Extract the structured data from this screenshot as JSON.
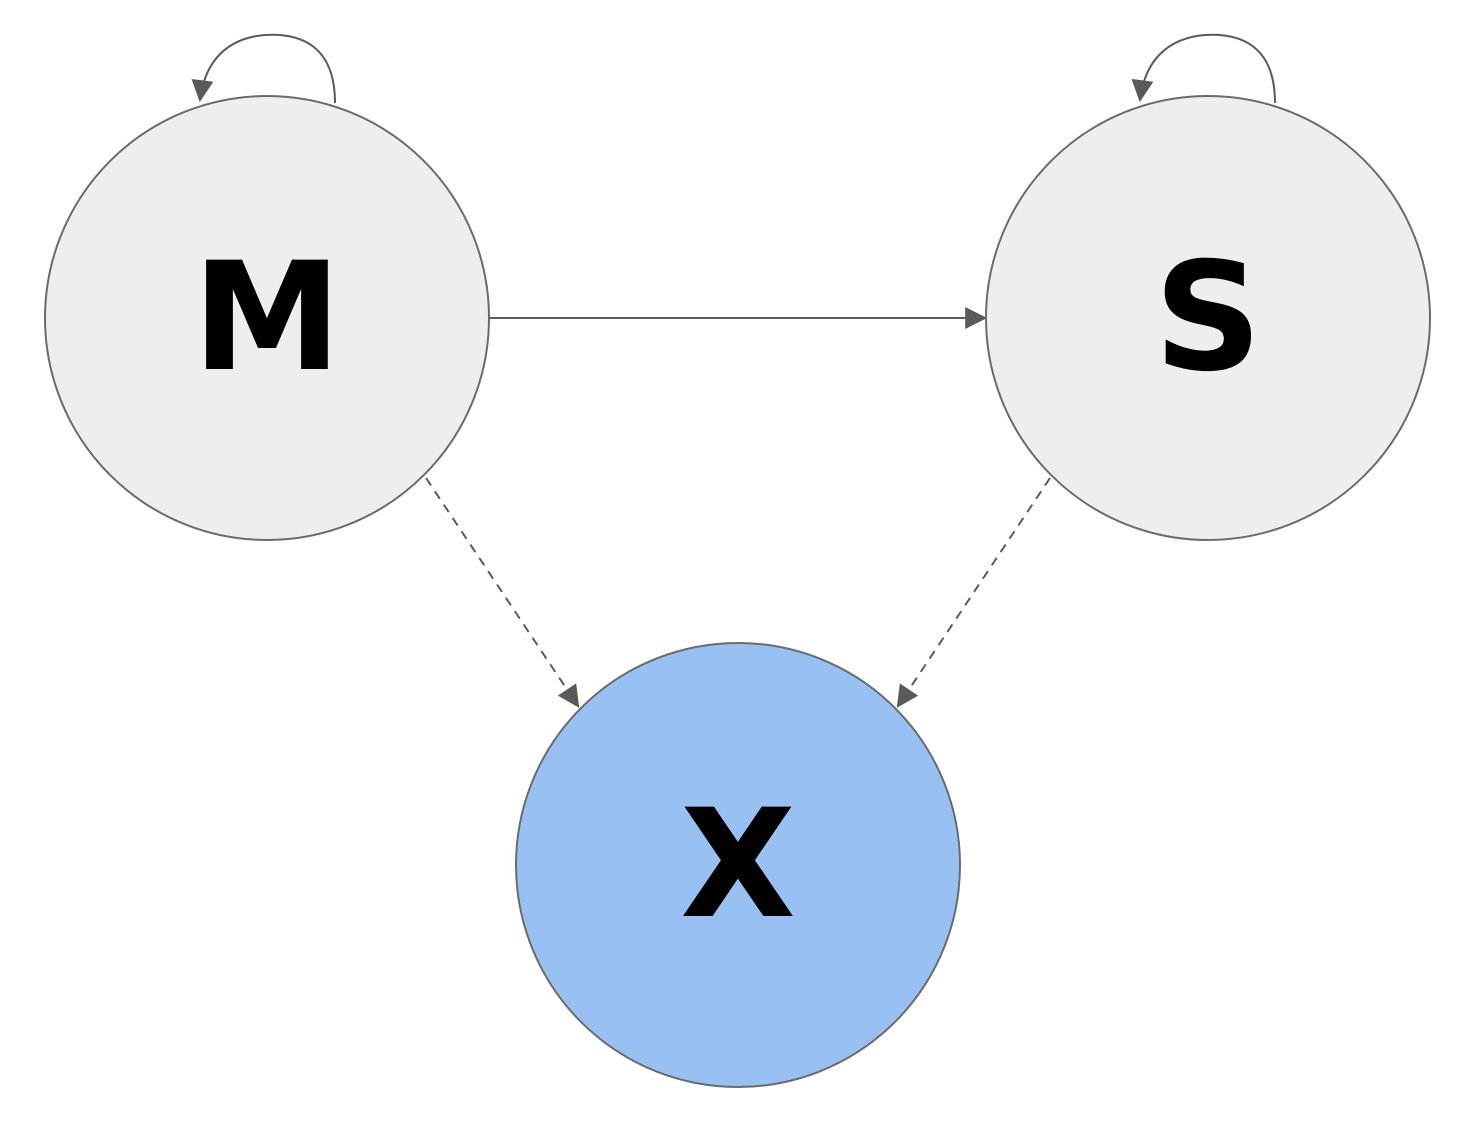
{
  "diagram": {
    "colors": {
      "background": "#ffffff",
      "node_fill_default": "#eeeeee",
      "node_fill_observed": "#98c0f2",
      "node_stroke": "#6b6b6b",
      "edge": "#5a5a5a",
      "label": "#000000"
    },
    "nodes": {
      "m": {
        "label": "M",
        "fill": "#eeeeee"
      },
      "s": {
        "label": "S",
        "fill": "#eeeeee"
      },
      "x": {
        "label": "X",
        "fill": "#98c0f2"
      }
    },
    "edges": [
      {
        "from": "M",
        "to": "M",
        "style": "solid",
        "kind": "self-loop"
      },
      {
        "from": "S",
        "to": "S",
        "style": "solid",
        "kind": "self-loop"
      },
      {
        "from": "M",
        "to": "S",
        "style": "solid",
        "kind": "directed"
      },
      {
        "from": "M",
        "to": "X",
        "style": "dashed",
        "kind": "directed"
      },
      {
        "from": "S",
        "to": "X",
        "style": "dashed",
        "kind": "directed"
      }
    ]
  }
}
